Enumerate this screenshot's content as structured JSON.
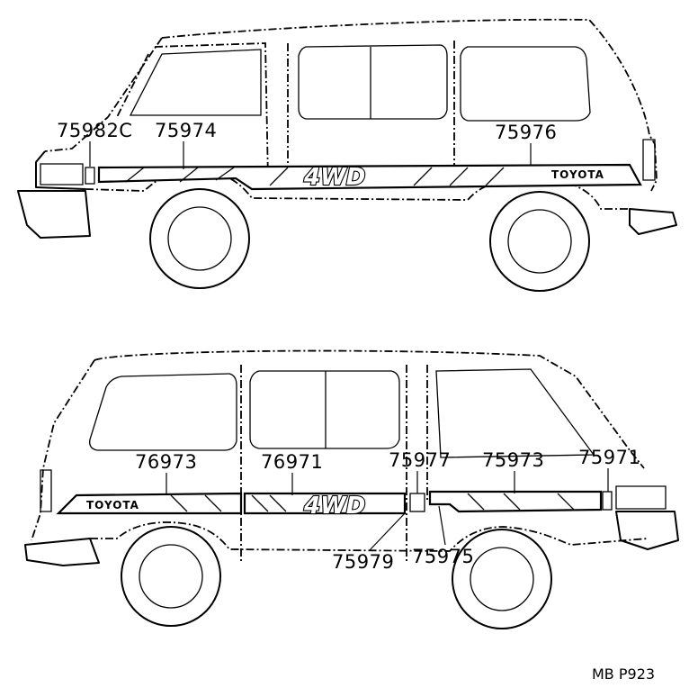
{
  "figure": {
    "code": "MB P923"
  },
  "top_view": {
    "badge_text": "TOYOTA",
    "decal_text": "4WD",
    "callouts": [
      {
        "id": "top-75982c",
        "part": "75982C"
      },
      {
        "id": "top-75974",
        "part": "75974"
      },
      {
        "id": "top-75976",
        "part": "75976"
      }
    ]
  },
  "bottom_view": {
    "badge_text": "TOYOTA",
    "decal_text": "4WD",
    "callouts": [
      {
        "id": "bottom-76973",
        "part": "76973"
      },
      {
        "id": "bottom-76971",
        "part": "76971"
      },
      {
        "id": "bottom-75977",
        "part": "75977"
      },
      {
        "id": "bottom-75973",
        "part": "75973"
      },
      {
        "id": "bottom-75971",
        "part": "75971"
      },
      {
        "id": "bottom-75979",
        "part": "75979"
      },
      {
        "id": "bottom-75975",
        "part": "75975"
      }
    ]
  }
}
